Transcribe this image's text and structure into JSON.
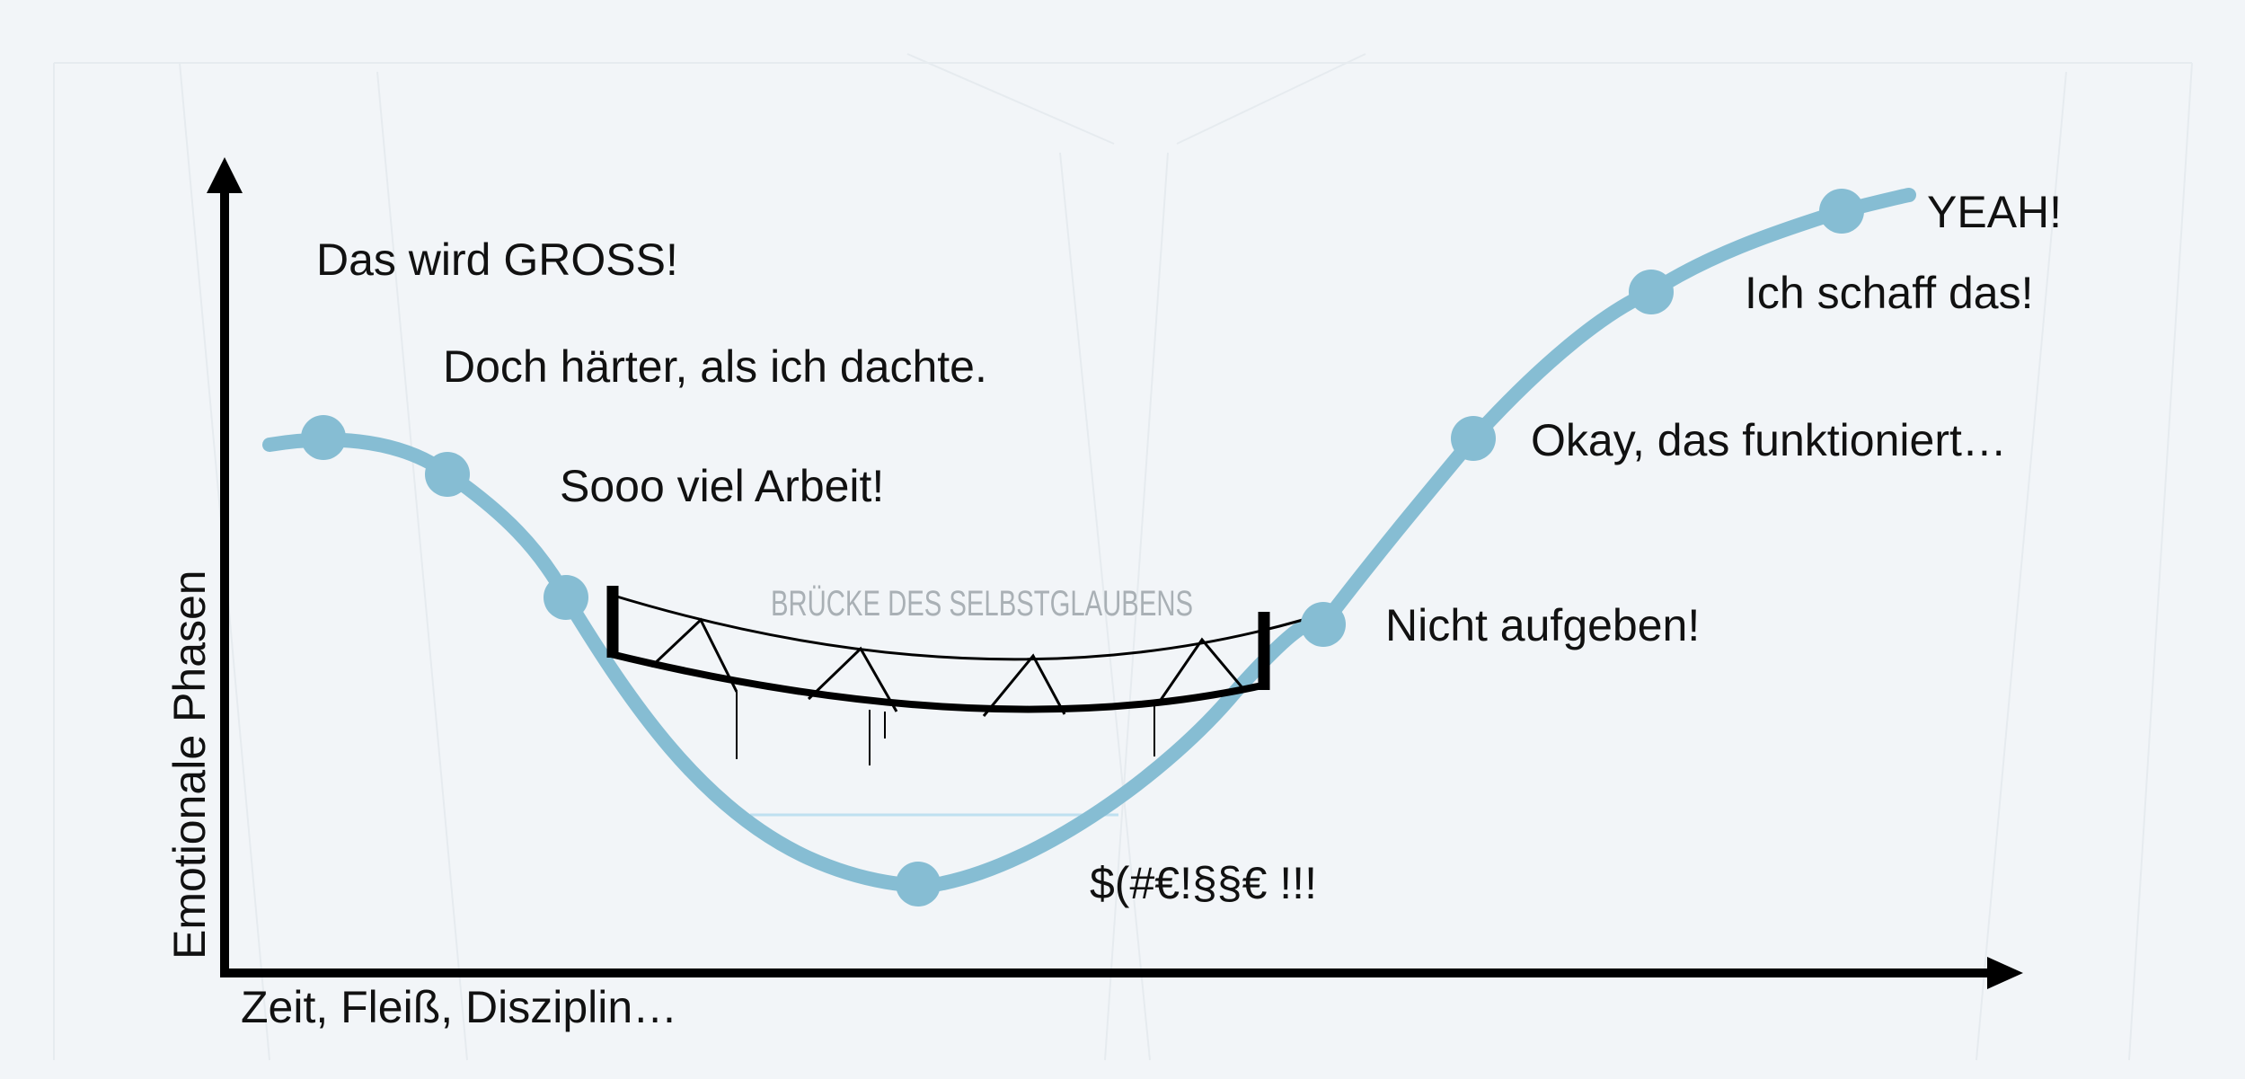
{
  "diagram": {
    "y_axis_label": "Emotionale Phasen",
    "x_axis_label": "Zeit, Fleiß, Disziplin…",
    "bridge_label": "BRÜCKE DES SELBSTGLAUBENS",
    "phases": [
      "Das wird GROSS!",
      "Doch härter, als ich dachte.",
      "Sooo viel Arbeit!",
      "$(#€!§§€ !!!",
      "Nicht aufgeben!",
      "Okay, das funktioniert…",
      "Ich schaff das!",
      "YEAH!"
    ],
    "colors": {
      "curve": "#86bdd3",
      "axis": "#000000",
      "text": "#111111",
      "bridge_label": "#a9b0b5",
      "background": "#f2f5f8"
    }
  }
}
